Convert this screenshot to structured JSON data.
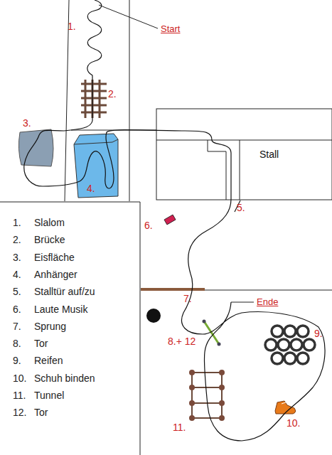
{
  "diagram": {
    "nodes": [
      {
        "text": [
          "Stall"
        ]
      }
    ],
    "labels": [
      "1.",
      "2.",
      "3.",
      "4.",
      "5.",
      "6.",
      "7.",
      "8.+ 12",
      "9.",
      "10.",
      "11.",
      "Start",
      "Ende",
      "1.",
      "Slalom",
      "2.",
      "Brücke",
      "3.",
      "Eisfläche",
      "4.",
      "Anhänger",
      "5.",
      "Stalltür auf/zu",
      "6.",
      "Laute Musik",
      "7.",
      "Sprung",
      "8.",
      "Tor",
      "9.",
      "Reifen",
      "10.",
      "Schuh binden",
      "11.",
      "Tunnel",
      "12.",
      "Tor"
    ]
  }
}
